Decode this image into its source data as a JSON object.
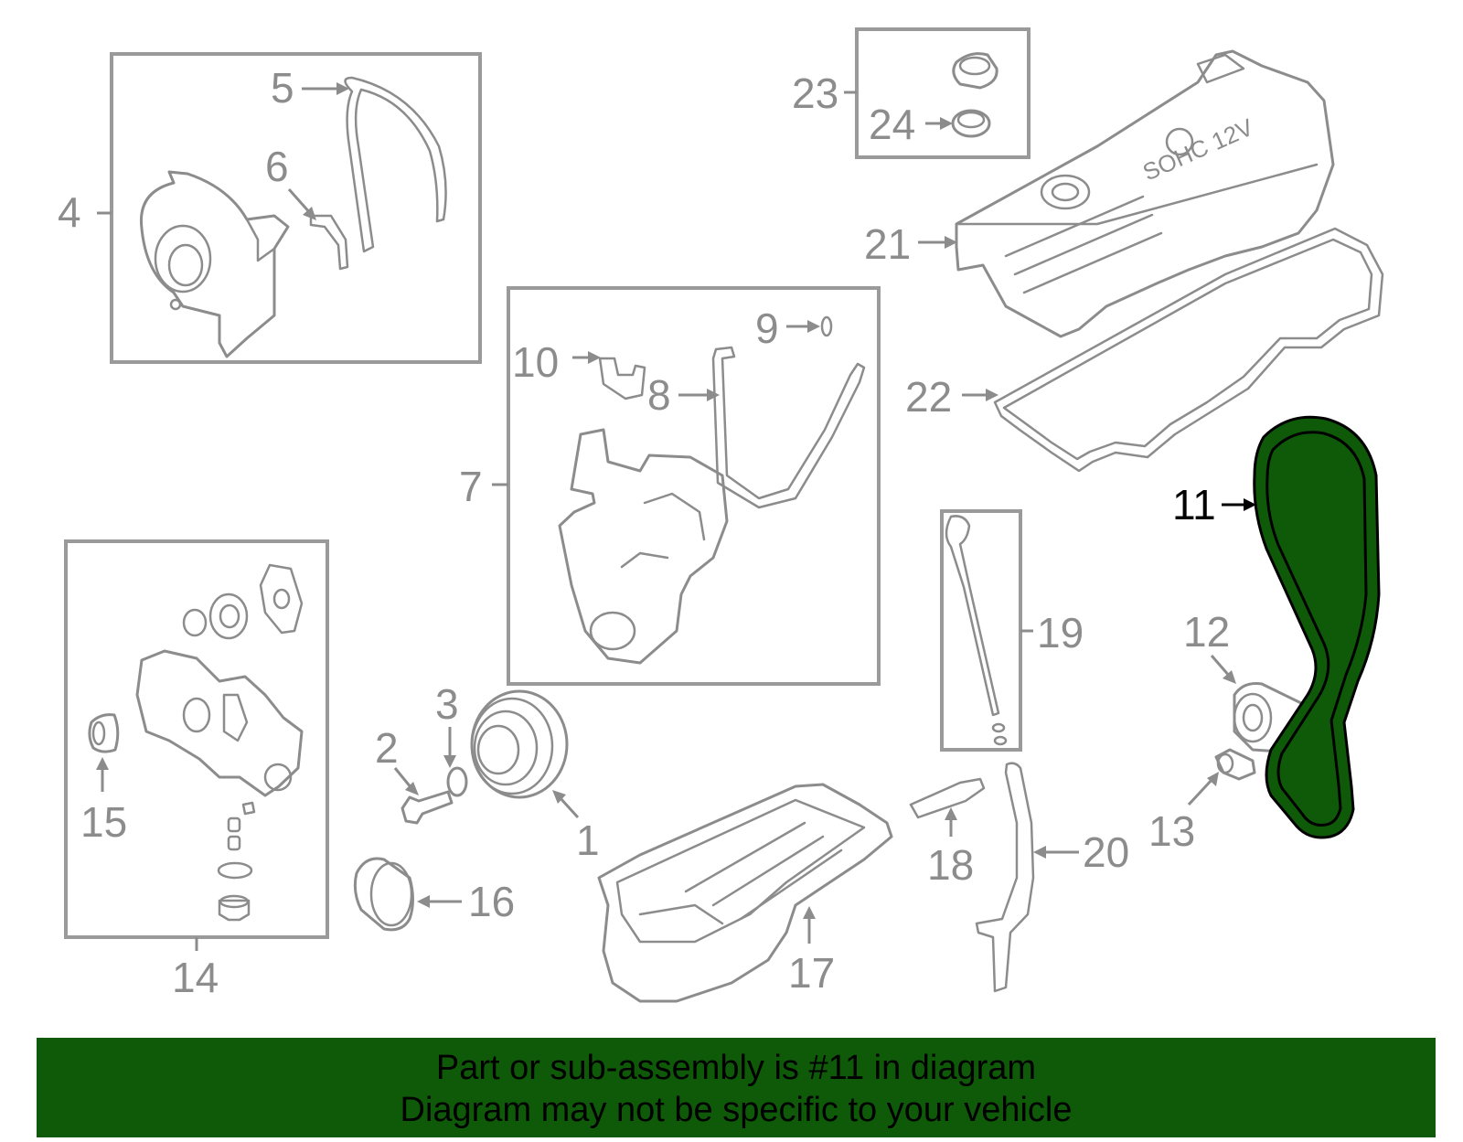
{
  "diagram": {
    "selected_part": "11",
    "embossed_text": "SOHC 12V",
    "callouts": [
      "1",
      "2",
      "3",
      "4",
      "5",
      "6",
      "7",
      "8",
      "9",
      "10",
      "11",
      "12",
      "13",
      "14",
      "15",
      "16",
      "17",
      "18",
      "19",
      "20",
      "21",
      "22",
      "23",
      "24"
    ]
  },
  "colors": {
    "highlight": "#0e5a08",
    "line": "#8c8c8c",
    "selected_text": "#000000"
  },
  "banner": {
    "line1": "Part or sub-assembly is #11 in diagram",
    "line2": "Diagram may not be specific to your vehicle"
  }
}
